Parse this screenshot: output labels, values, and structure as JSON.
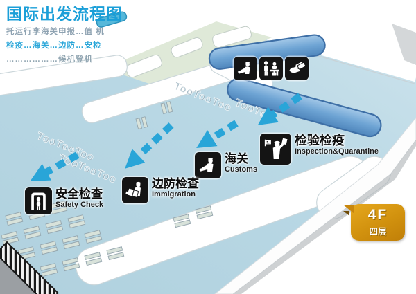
{
  "header": {
    "title": "国际出发流程图",
    "flow_line_1": "托运行李海关申报…值 机",
    "flow_line_2": "检疫…海关…边防…安检",
    "flow_line_3": "………………候机登机"
  },
  "checkpoints": [
    {
      "cn": "检验检疫",
      "en": "Inspection&Quarantine",
      "icon": "inspection-quarantine-officer-icon"
    },
    {
      "cn": "海关",
      "en": "Customs",
      "icon": "customs-officer-desk-icon"
    },
    {
      "cn": "边防检查",
      "en": "Immigration",
      "icon": "immigration-passport-check-icon"
    },
    {
      "cn": "安全检查",
      "en": "Safety Check",
      "icon": "security-metal-detector-icon"
    }
  ],
  "top_icons": [
    {
      "icon": "customs-declaration-desk-icon"
    },
    {
      "icon": "check-in-counter-icon"
    },
    {
      "icon": "boarding-pass-hand-icon"
    }
  ],
  "floor_badge": {
    "level": "4F",
    "level_cn": "四层"
  },
  "map": {
    "counter_row_text": "TooTooToo",
    "counter_row_text_short": "TooToo"
  },
  "colors": {
    "title_blue": "#1b9fd8",
    "flow_text_blue": "#29a6d9",
    "flow_text_gray": "#8fa3b2",
    "arrow_blue": "#29a5d8",
    "floor_blue": "#b7d6e3",
    "floor_green": "#dfe9d8",
    "island_blue": "#7cb1dd",
    "badge_orange": "#d1910e",
    "icon_black": "#141414"
  }
}
